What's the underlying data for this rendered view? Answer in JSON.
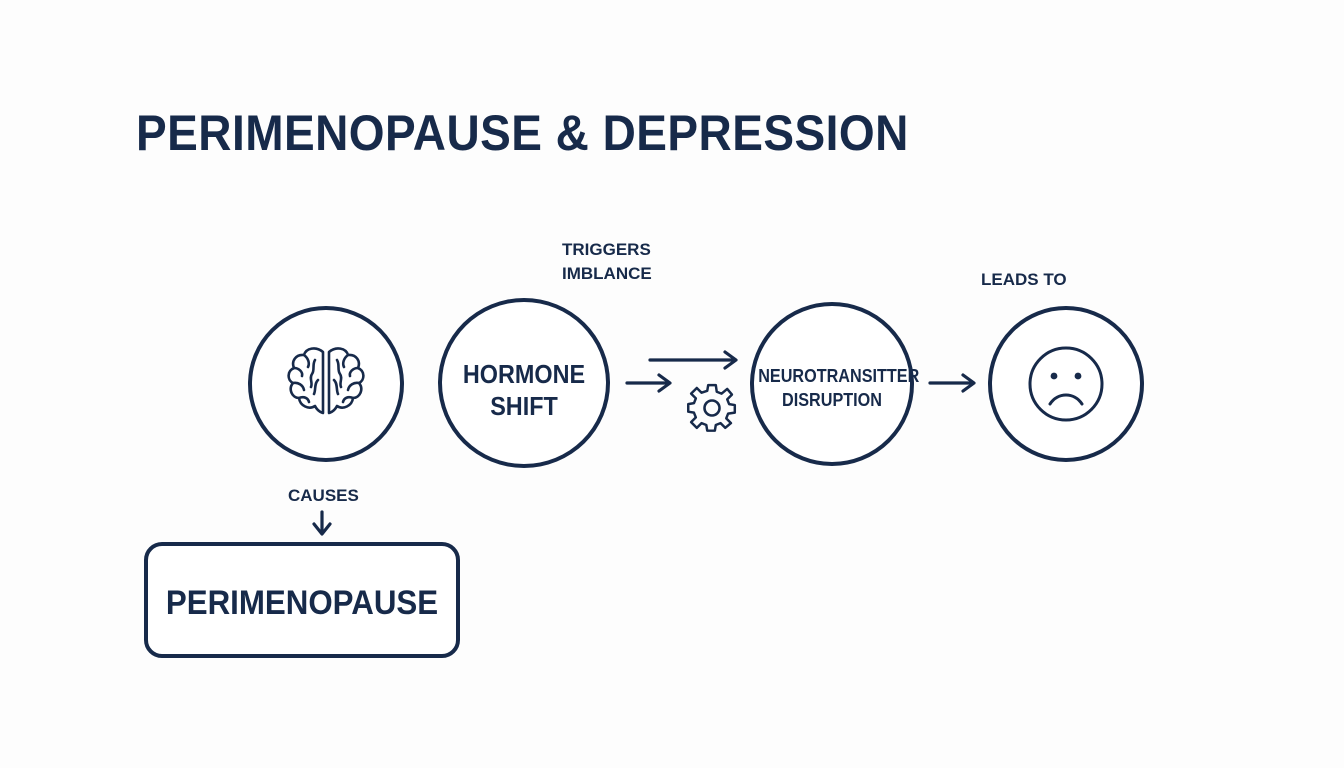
{
  "title": "PERIMENOPAUSE & DEPRESSION",
  "labels": {
    "triggers": "TRIGGERS\nIMBLANCE",
    "leads_to": "LEADS TO",
    "causes": "CAUSES"
  },
  "nodes": {
    "brain": {
      "icon": "brain-icon"
    },
    "hormone": {
      "text": "HORMONE\nSHIFT"
    },
    "gear": {
      "icon": "gear-icon"
    },
    "neuro": {
      "text": "NEUROTRANSITTER\nDISRUPTION"
    },
    "sad": {
      "icon": "sad-face-icon"
    },
    "perimenopause": {
      "text": "PERIMENOPAUSE"
    }
  },
  "colors": {
    "ink": "#172a4a",
    "background": "#fdfdfd"
  }
}
